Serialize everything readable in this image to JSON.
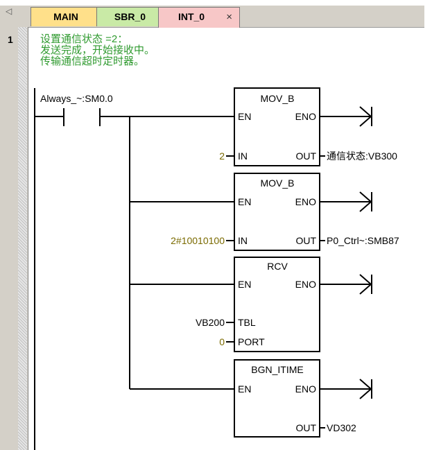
{
  "tabs": {
    "main": "MAIN",
    "sbr": "SBR_0",
    "int": "INT_0",
    "close": "×"
  },
  "network": {
    "number": "1",
    "comment": [
      "设置通信状态 =2：",
      "发送完成，开始接收中。",
      "传输通信超时定时器。"
    ],
    "contact_label": "Always_~:SM0.0"
  },
  "boxes": [
    {
      "title": "MOV_B",
      "en": "EN",
      "eno": "ENO",
      "in_pin": "IN",
      "in_val": "2",
      "out_pin": "OUT",
      "out_val": "通信状态:VB300"
    },
    {
      "title": "MOV_B",
      "en": "EN",
      "eno": "ENO",
      "in_pin": "IN",
      "in_val": "2#10010100",
      "out_pin": "OUT",
      "out_val": "P0_Ctrl~:SMB87"
    },
    {
      "title": "RCV",
      "en": "EN",
      "eno": "ENO",
      "tbl_pin": "TBL",
      "tbl_val": "VB200",
      "port_pin": "PORT",
      "port_val": "0"
    },
    {
      "title": "BGN_ITIME",
      "en": "EN",
      "eno": "ENO",
      "out_pin": "OUT",
      "out_val": "VD302"
    }
  ],
  "colors": {
    "comment": "#2f9a2f",
    "constant": "#7a6a00",
    "tab_main": "#ffe08a",
    "tab_sbr": "#c9eaa6",
    "tab_int": "#f7c7c7"
  }
}
